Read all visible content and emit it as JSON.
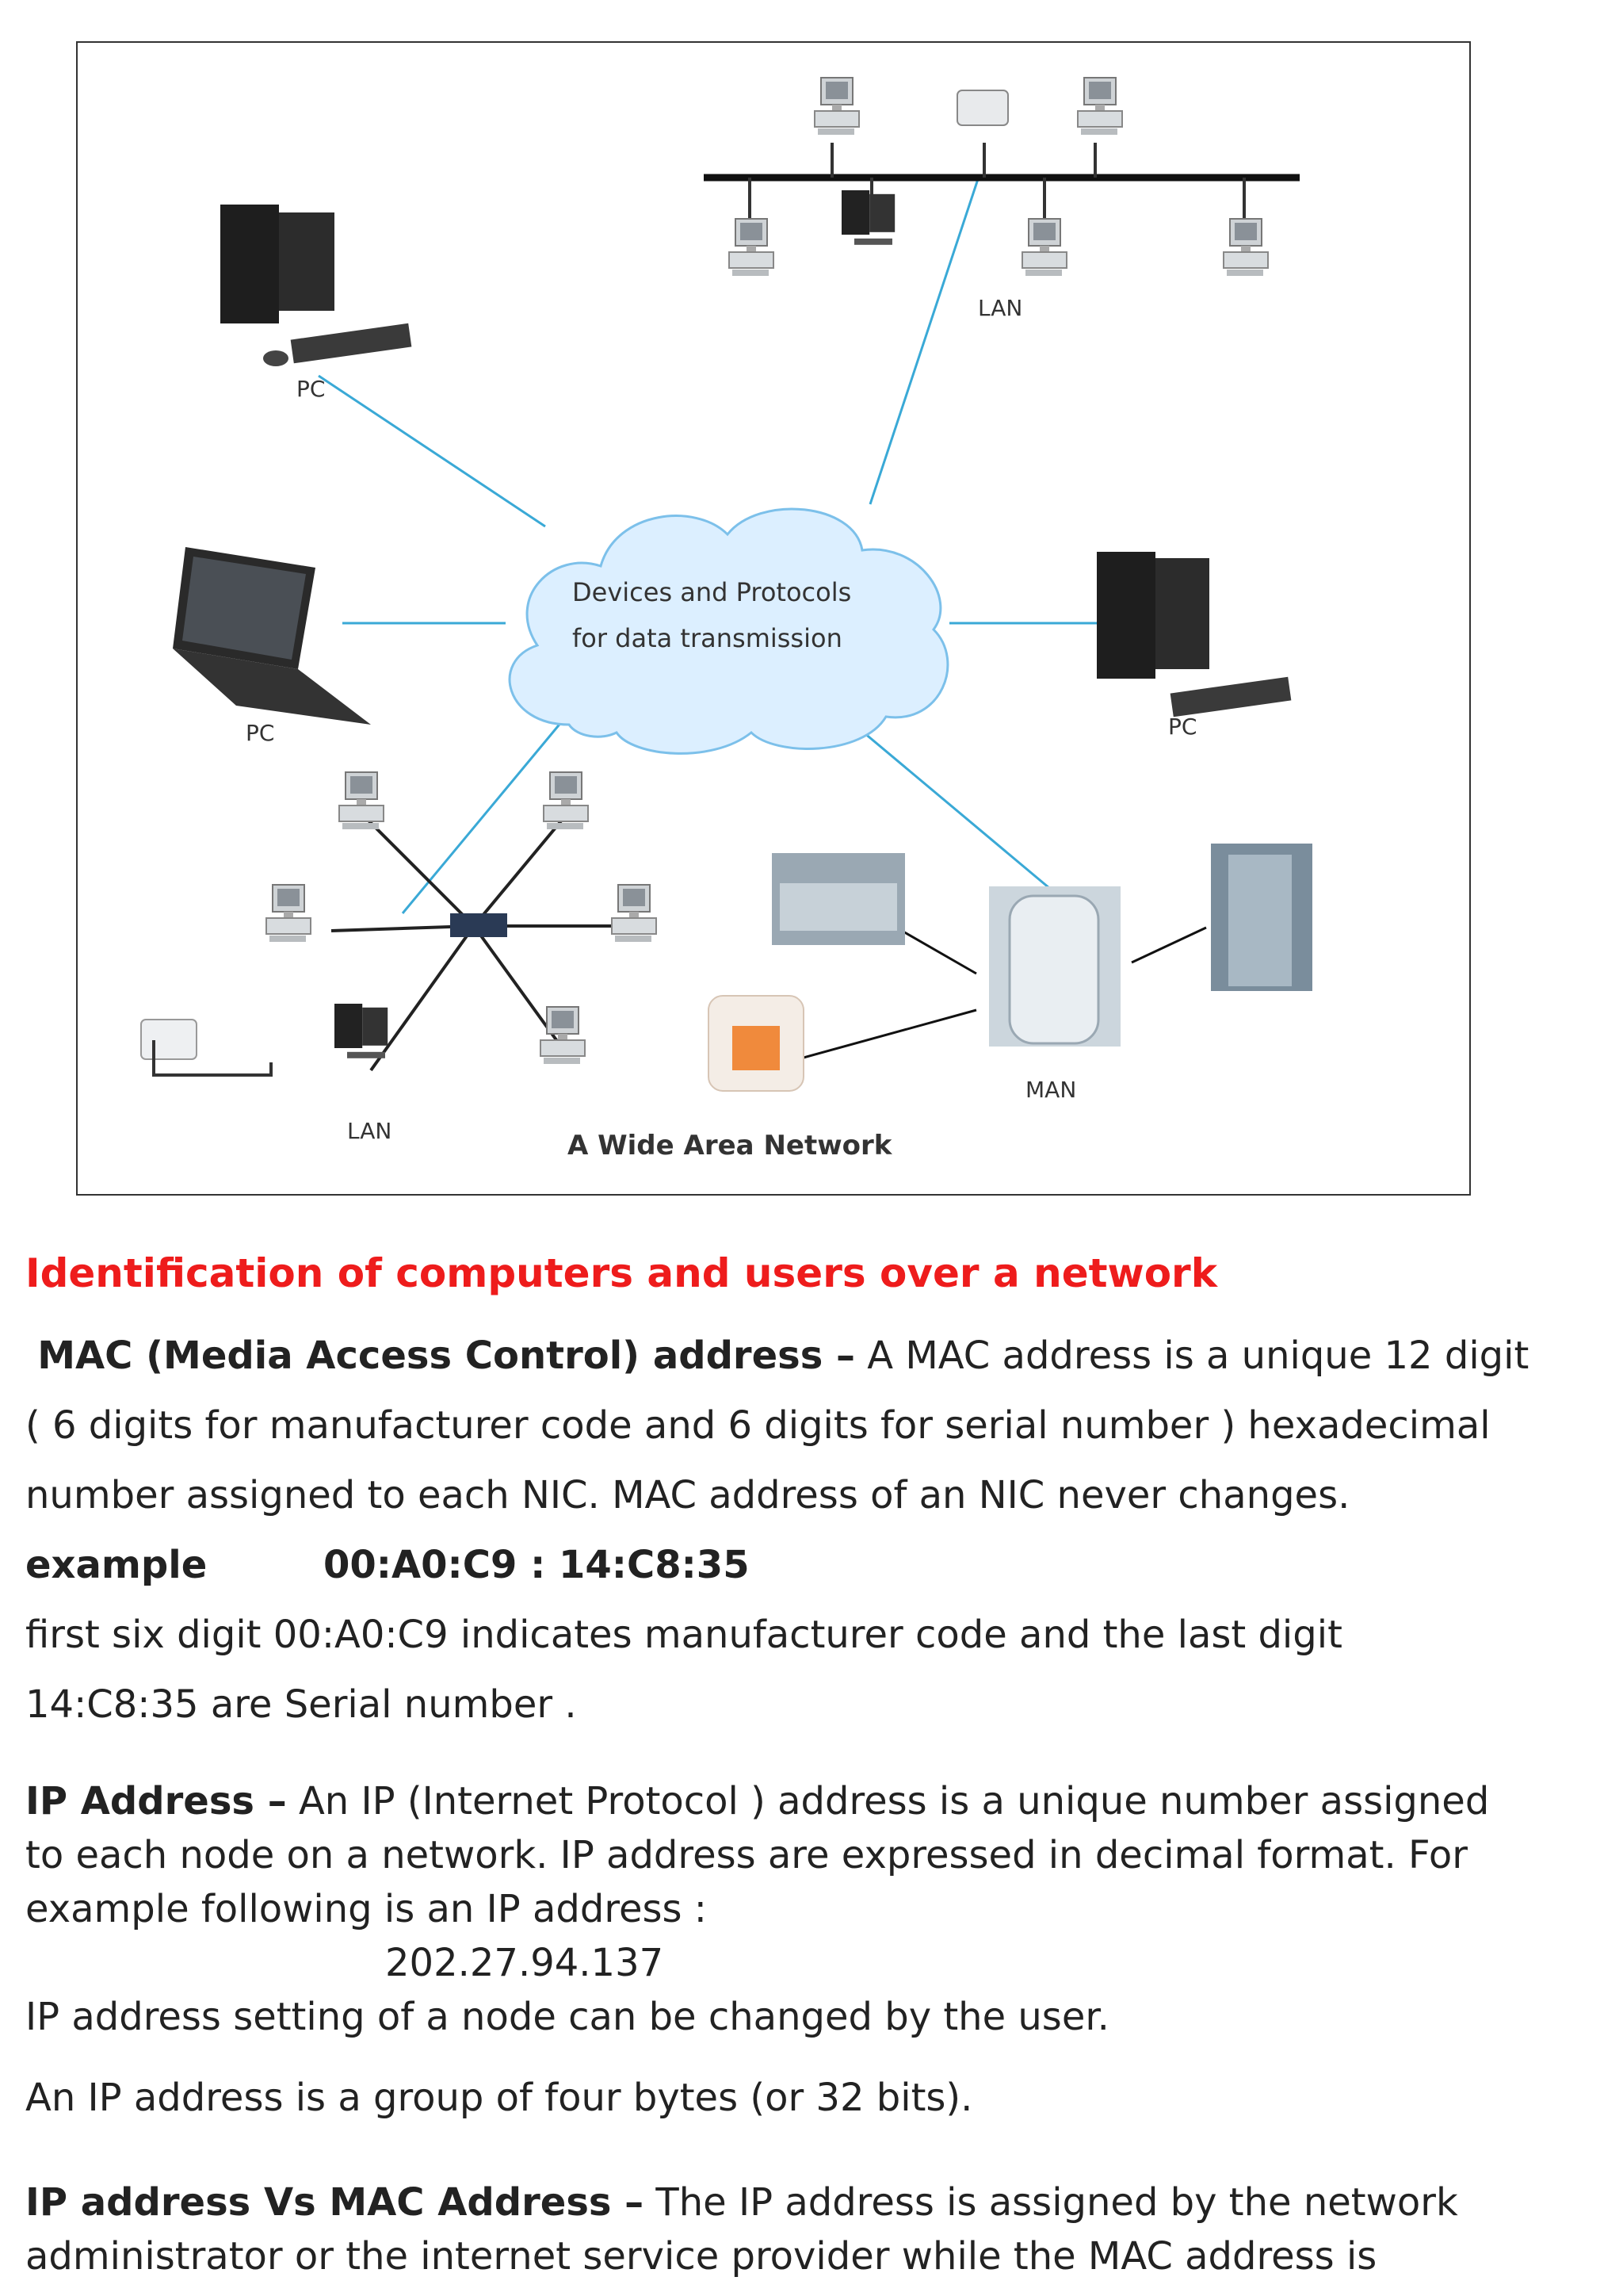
{
  "figure": {
    "labels": {
      "pc_top": "PC",
      "pc_left": "PC",
      "pc_right": "PC",
      "lan_top": "LAN",
      "lan_bottom": "LAN",
      "man": "MAN",
      "cloud_line1": "Devices and Protocols",
      "cloud_line2": "for data transmission",
      "caption": "A Wide Area Network"
    },
    "colors": {
      "link_line": "#3aa9d6",
      "cloud_fill": "#dcefff",
      "cloud_stroke": "#7cc0ea"
    }
  },
  "content": {
    "heading": "Identification of computers and users over a network",
    "mac": {
      "term": "MAC (Media Access Control) address –",
      "line1_rest": " A MAC address is a unique 12 digit",
      "line2": "( 6 digits for manufacturer code and 6 digits for serial number ) hexadecimal",
      "line3": "number assigned to each NIC. MAC address of an NIC never changes."
    },
    "example": {
      "label": "example",
      "value": "00:A0:C9 : 14:C8:35"
    },
    "explain": {
      "line1": " first six digit 00:A0:C9 indicates manufacturer code and the last digit",
      "line2": "14:C8:35 are Serial number ."
    },
    "ip": {
      "term": "IP Address –",
      "line1_rest": " An IP (Internet Protocol ) address is a unique number assigned",
      "line2": "to each node on a network. IP address are expressed in decimal format. For",
      "line3": "example following is an IP address :",
      "value": "202.27.94.137",
      "line5": "IP address setting of a node can be changed by the user.",
      "line6": "An IP address is a group of four bytes (or 32 bits)."
    },
    "vs": {
      "term": "IP address Vs MAC Address –",
      "line1_rest": " The IP address is assigned by the network",
      "line2": "administrator or the internet service provider while the MAC address is"
    }
  }
}
